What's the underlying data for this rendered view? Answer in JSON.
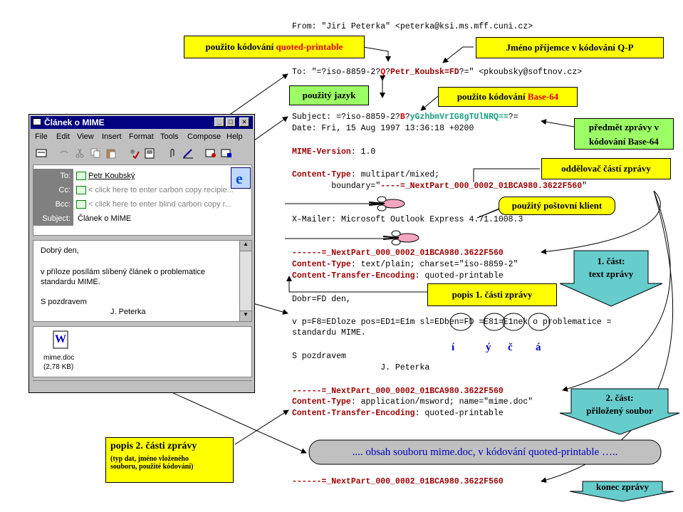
{
  "headers": {
    "from": "From: \"Jiri Peterka\" <peterka@ksi.ms.mff.cuni.cz>",
    "to_prefix": "To: \"=?",
    "to_charset": "iso-8859-2?",
    "to_enc": "Q",
    "to_q": "?",
    "to_name": "Petr_Koubsk=FD",
    "to_suffix": "?=\" <pkoubsky@softnov.cz>",
    "subj_prefix": "Subject: =?",
    "subj_charset": "iso-8859-2?",
    "subj_enc": "B",
    "subj_q": "?",
    "subj_b64": "yGzhbmVrIG8gTUlNRQ==",
    "subj_suffix": "?=",
    "date": "Date: Fri, 15 Aug 1997 13:36:18 +0200",
    "mime_key": "MIME-Version",
    "mime_val": ": 1.0",
    "ct_key": "Content-Type",
    "ct_val": ": multipart/mixed;",
    "boundary_pre": "        boundary=\"",
    "boundary_val": "----=_NextPart_000_0002_01BCA980.3622F560",
    "boundary_post": "\"",
    "xmailer": "X-Mailer: Microsoft Outlook Express 4.71.1008.3"
  },
  "part1": {
    "boundary": "------=_NextPart_000_0002_01BCA980.3622F560",
    "ct_key": "Content-Type",
    "ct_val": ": text/plain; charset=\"iso-8859-2\"",
    "cte_key": "Content-Transfer-Encoding",
    "cte_val": ": quoted-printable",
    "line1": "Dobr=FD den,",
    "line2": "v p=F8=EDloze pos=ED1=E1m sl=EDben=FD =E81=E1nek o problematice =",
    "line3": "standardu MIME.",
    "line4": "S pozdravem",
    "line5": "                  J. Peterka"
  },
  "letters": [
    "í",
    "ý",
    "č",
    "á"
  ],
  "part2": {
    "boundary": "------=_NextPart_000_0002_01BCA980.3622F560",
    "ct_key": "Content-Type",
    "ct_val": ": application/msword; name=\"mime.doc\"",
    "cte_key": "Content-Transfer-Encoding",
    "cte_val": ": quoted-printable"
  },
  "content_bubble": ".... obsah souboru mime.doc, v kódování quoted-printable …..",
  "end_boundary": "------=_NextPart_000_0002_01BCA980.3622F560",
  "callouts": {
    "qp_used_a": "použito kódování ",
    "qp_used_b": "quoted-printable",
    "recipient": "Jméno příjemce v kódování Q-P",
    "lang": "použitý jazyk",
    "b64_used_a": "použito kódování ",
    "b64_used_b": "Base-64",
    "subject_b64_1": "předmět zprávy v",
    "subject_b64_2": "kódování Base-64",
    "separator": "oddělovač částí zprávy",
    "client": "použitý poštovní klient",
    "part1_desc": "popis 1. části zprávy",
    "part2_desc_1": "popis 2. části zprávy",
    "part2_desc_2": "(typ dat, jméno vloženého",
    "part2_desc_3": "souboru, použité kódování)"
  },
  "arrows": {
    "part1_1": "1. část:",
    "part1_2": "text zprávy",
    "part2_1": "2. část:",
    "part2_2": "přiložený soubor",
    "end": "konec zprávy"
  },
  "window": {
    "title": "Článek o MIME",
    "menu": [
      "File",
      "Edit",
      "View",
      "Insert",
      "Format",
      "Tools",
      "Compose",
      "Help"
    ],
    "labels": {
      "to": "To:",
      "cc": "Cc:",
      "bcc": "Bcc:",
      "subject": "Subject:"
    },
    "to_value": "Petr Koubský",
    "cc_value": "< click here to enter carbon copy recipie...",
    "bcc_value": "< click here to enter blind carbon copy r...",
    "subject_value": "Článek o MIME",
    "body": {
      "l1": "Dobrý den,",
      "l2": "v příloze posílám slíbený článek o problematice",
      "l3": "standardu MIME.",
      "l4": "S pozdravem",
      "l5": "J. Peterka"
    },
    "attachment_name": "mime.doc",
    "attachment_size": "(2,78 KB)"
  },
  "colors": {
    "yellow": "#ffff00",
    "green": "#9cff66",
    "teal": "#66cccc",
    "keyword": "#9b0000",
    "encoded": "#1a9e80",
    "accent": "#e00000"
  }
}
